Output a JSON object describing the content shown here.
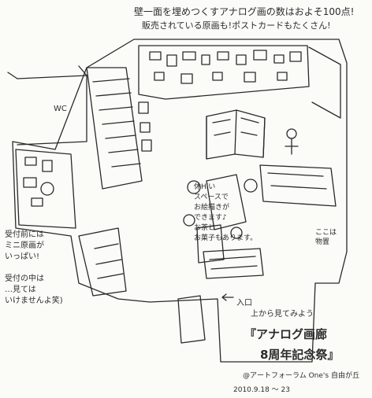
{
  "annotations": {
    "top_line1": "壁一面を埋めつくすアナログ画の数はおよそ100点!",
    "top_line2": "販売されている原画も!ポストカードもたくさん!",
    "wc": "WC",
    "middle": [
      "休Hiい",
      "スペースで",
      "お絵描きが",
      "できます♪",
      "お茶と",
      "お菓子もあります。"
    ],
    "right": [
      "ここは",
      "物置"
    ],
    "left_reception": [
      "受付前には",
      "ミニ原画が",
      "いっぱい!"
    ],
    "left_inside": [
      "受付の中は",
      "…見ては",
      "いけませんよ笑)"
    ],
    "entrance": "入口",
    "look_from_above": "上から見てみよう",
    "title_line1": "『アナログ画廊",
    "title_line2": "8周年記念祭』",
    "venue": "@アートフォーラム One's 自由が丘",
    "date": "2010.9.18 〜 23"
  },
  "colors": {
    "ink": "#2a2a2a",
    "paper": "#fbfbf8"
  }
}
